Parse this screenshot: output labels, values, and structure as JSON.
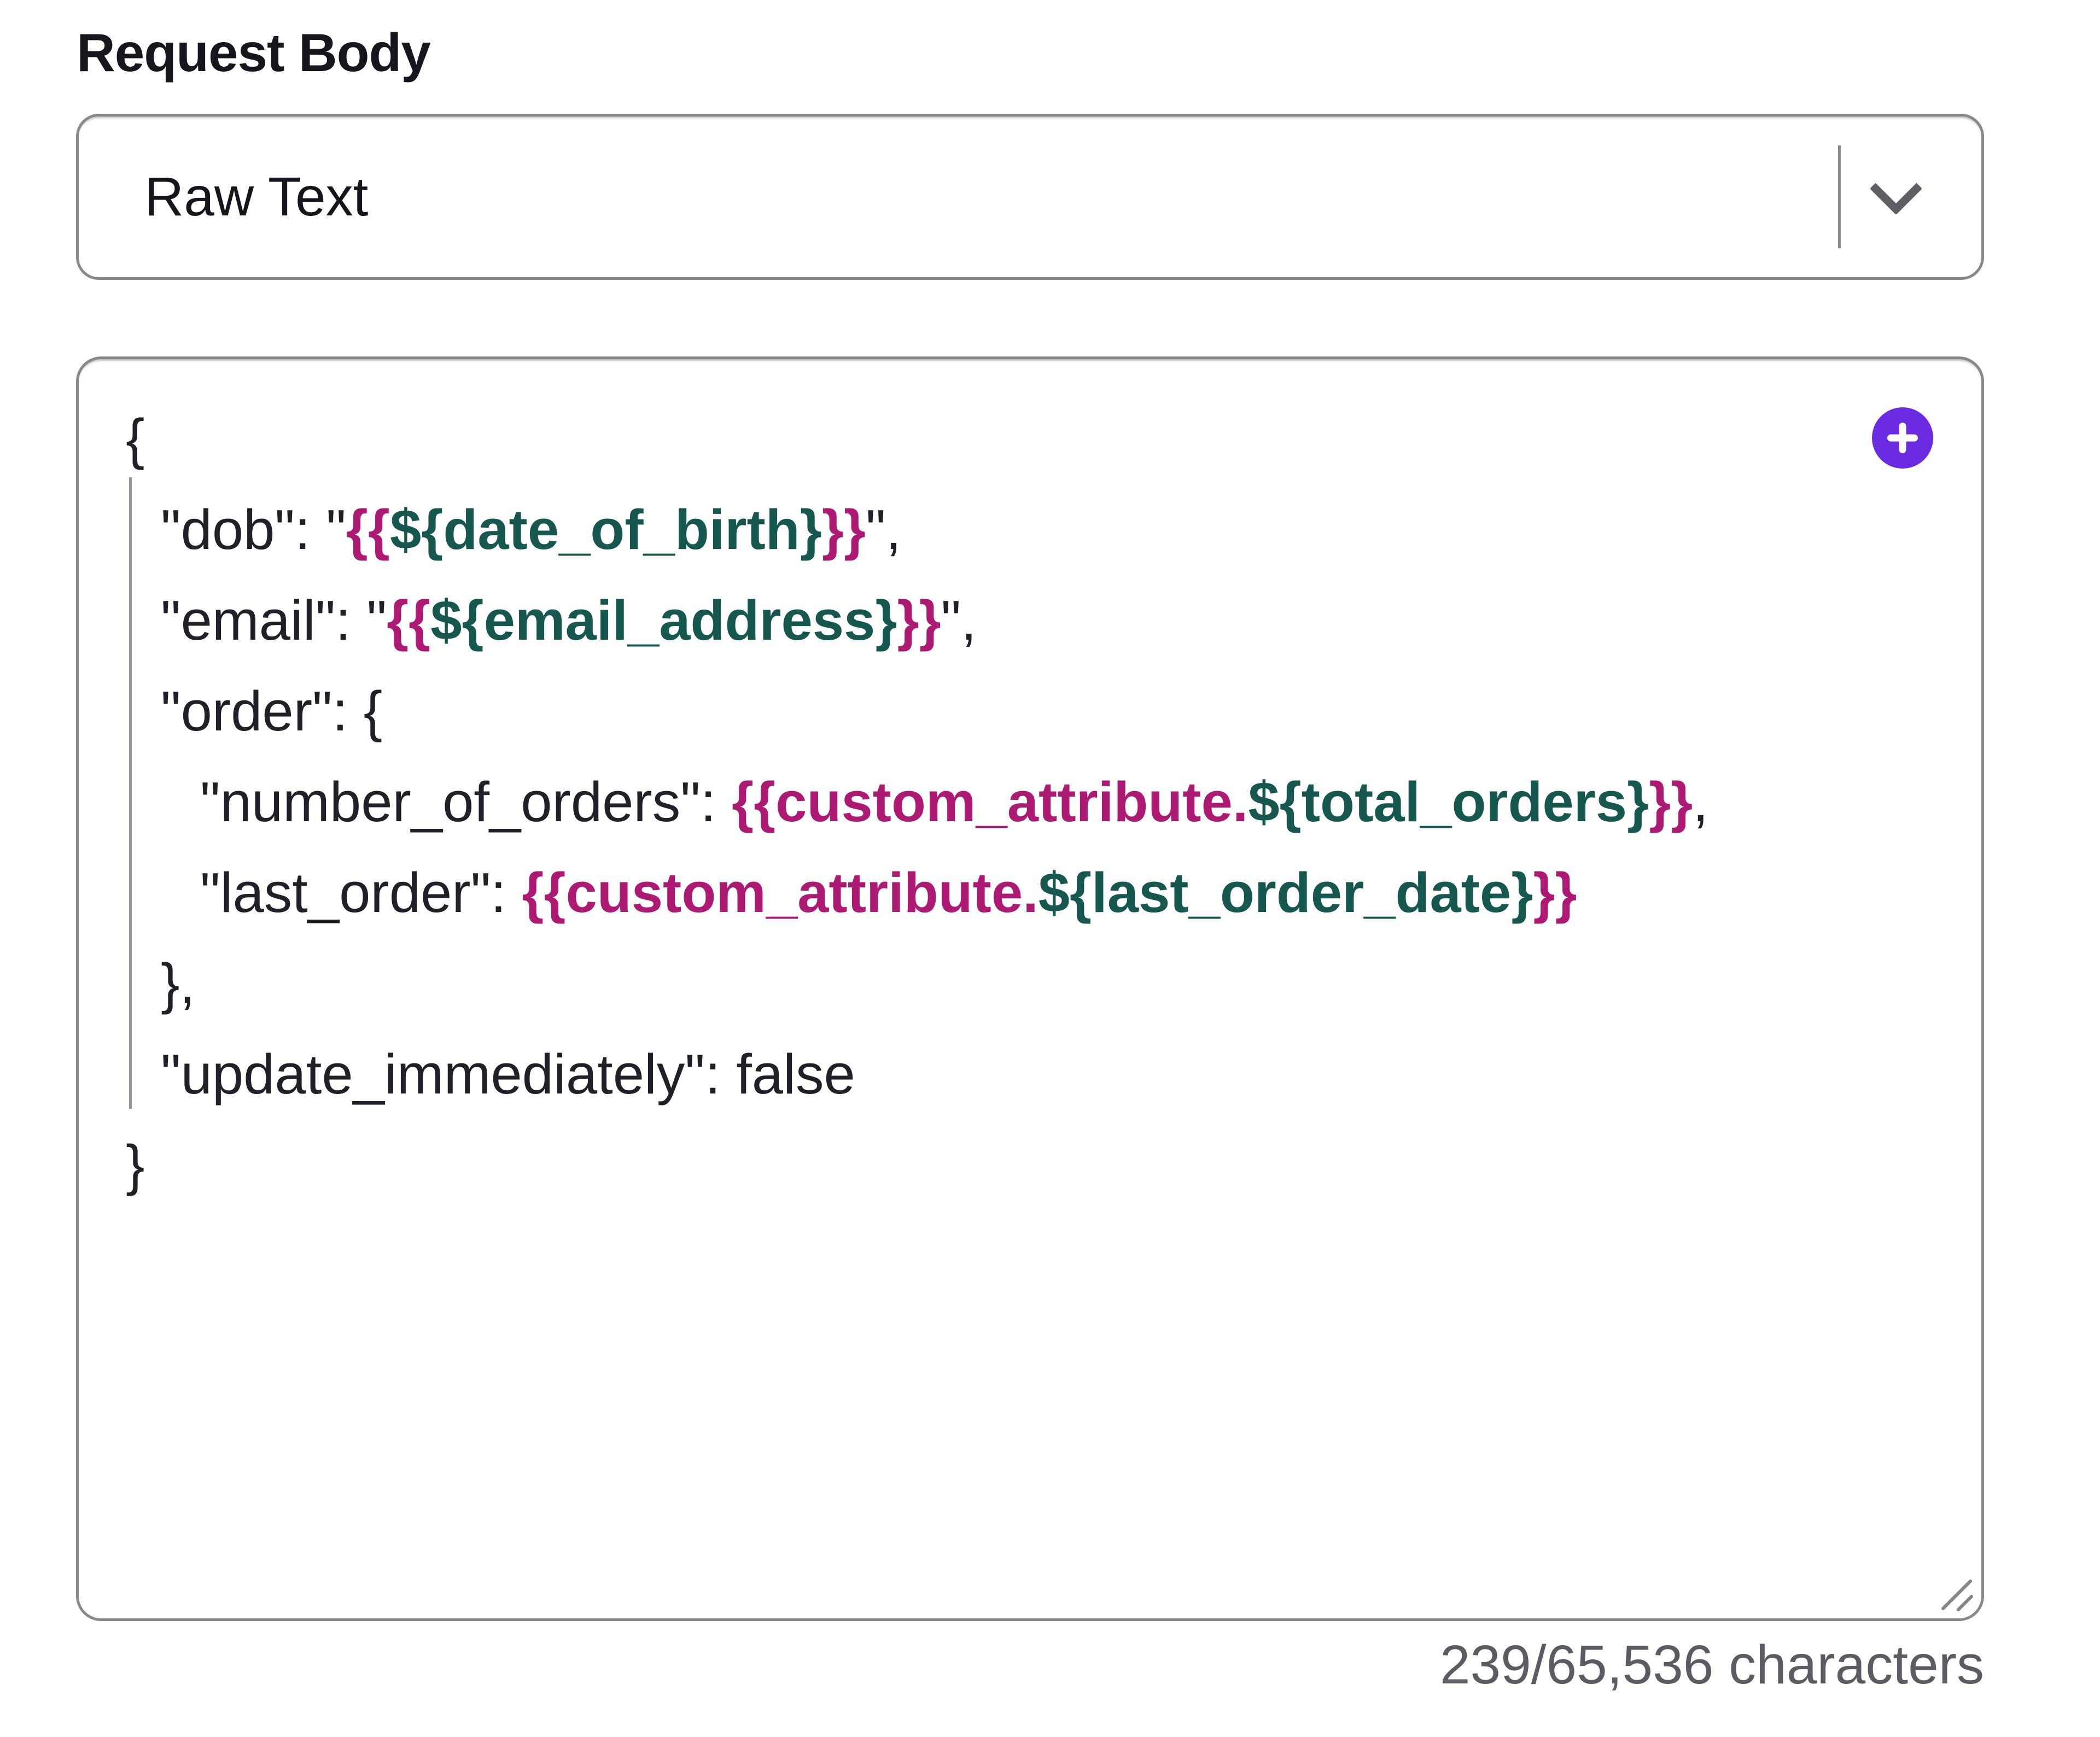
{
  "field": {
    "label": "Request Body"
  },
  "dropdown": {
    "value": "Raw Text"
  },
  "editor": {
    "char_counter": "239/65,536 characters",
    "accent_purple": "#6b2be2",
    "liquid_tag_color": "#ad1a73",
    "attribute_color": "#16584f",
    "code_lines": [
      {
        "indent": 0,
        "segments": [
          {
            "style": "plain",
            "text": "{"
          }
        ]
      },
      {
        "indent": 1,
        "segments": [
          {
            "style": "plain",
            "text": "\"dob\": \""
          },
          {
            "style": "tag",
            "text": "{{"
          },
          {
            "style": "attr",
            "text": "${date_of_birth}"
          },
          {
            "style": "tag",
            "text": "}}"
          },
          {
            "style": "plain",
            "text": "\","
          }
        ]
      },
      {
        "indent": 1,
        "segments": [
          {
            "style": "plain",
            "text": "\"email\": \""
          },
          {
            "style": "tag",
            "text": "{{"
          },
          {
            "style": "attr",
            "text": "${email_address}"
          },
          {
            "style": "tag",
            "text": "}}"
          },
          {
            "style": "plain",
            "text": "\","
          }
        ]
      },
      {
        "indent": 1,
        "segments": [
          {
            "style": "plain",
            "text": "\"order\": {"
          }
        ]
      },
      {
        "indent": 2,
        "segments": [
          {
            "style": "plain",
            "text": "\"number_of_orders\": "
          },
          {
            "style": "tag",
            "text": "{{custom_attribute."
          },
          {
            "style": "attr",
            "text": "${total_orders}"
          },
          {
            "style": "tag",
            "text": "}}"
          },
          {
            "style": "plain",
            "text": ","
          }
        ]
      },
      {
        "indent": 2,
        "segments": [
          {
            "style": "plain",
            "text": "\"last_order\": "
          },
          {
            "style": "tag",
            "text": "{{custom_attribute."
          },
          {
            "style": "attr",
            "text": "${last_order_date}"
          },
          {
            "style": "tag",
            "text": "}}"
          }
        ]
      },
      {
        "indent": 1,
        "segments": [
          {
            "style": "plain",
            "text": "},"
          }
        ]
      },
      {
        "indent": 1,
        "segments": [
          {
            "style": "plain",
            "text": "\"update_immediately\": false"
          }
        ]
      },
      {
        "indent": 0,
        "segments": [
          {
            "style": "plain",
            "text": "}"
          }
        ]
      }
    ]
  }
}
